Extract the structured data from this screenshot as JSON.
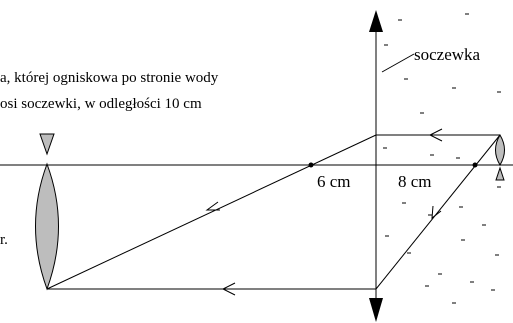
{
  "figure": {
    "text_line_1": "a, której ogniskowa po stronie wody",
    "text_line_2": "osi soczewki, w odległości 10 cm",
    "stray_fragment": "r.",
    "lens_label": "soczewka",
    "distance_left": "6 cm",
    "distance_right": "8 cm"
  },
  "colors": {
    "ink": "#000000",
    "lens_fill": "#bdbdbd",
    "background": "#ffffff"
  }
}
